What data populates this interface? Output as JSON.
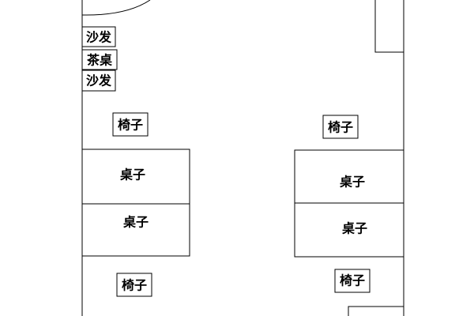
{
  "labels": {
    "sofa": "沙发",
    "tea_table": "茶桌",
    "chair": "椅子",
    "desk": "桌子"
  }
}
